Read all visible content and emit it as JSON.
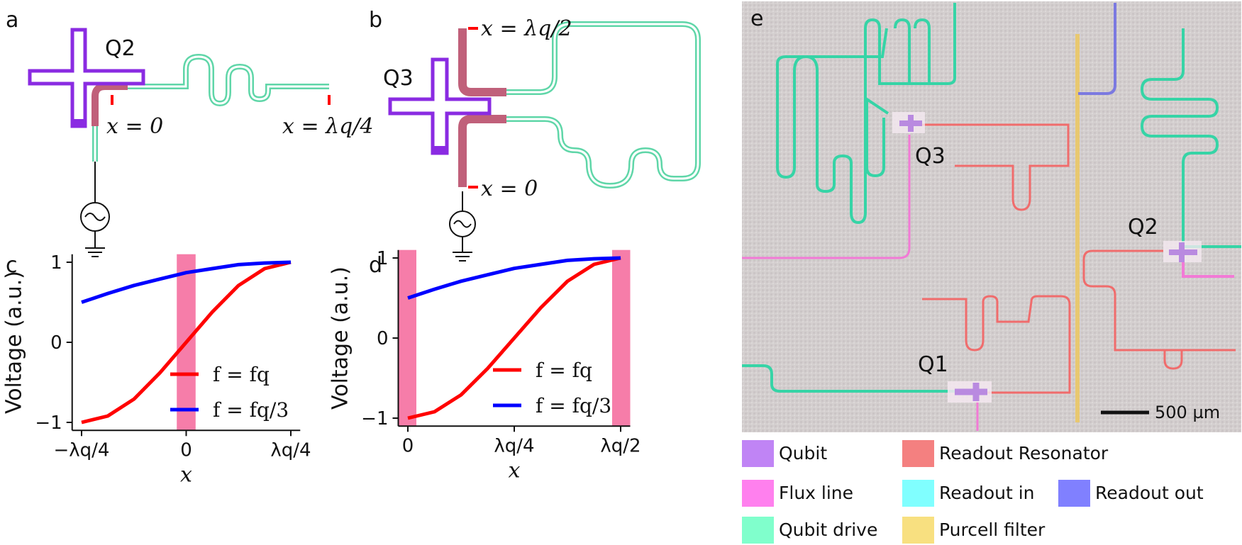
{
  "panels": {
    "a": {
      "letter": "a",
      "qubit": "Q2",
      "left_marker": "x = 0",
      "right_marker": "x = λq/4"
    },
    "b": {
      "letter": "b",
      "qubit": "Q3",
      "top_marker": "x = λq/2",
      "bottom_marker": "x = 0"
    },
    "c": {
      "letter": "c"
    },
    "d": {
      "letter": "d"
    },
    "e": {
      "letter": "e",
      "labels": {
        "q1": "Q1",
        "q2": "Q2",
        "q3": "Q3"
      },
      "scale_bar": "500 µm"
    }
  },
  "legend_e": [
    {
      "label": "Qubit",
      "color": "#c084f5"
    },
    {
      "label": "Readout Resonator",
      "color": "#f48080"
    },
    {
      "label": "Flux line",
      "color": "#ff80ee"
    },
    {
      "label": "Readout in",
      "color": "#80ffff"
    },
    {
      "label": "Readout out",
      "color": "#8080ff"
    },
    {
      "label": "Qubit drive",
      "color": "#80ffcc"
    },
    {
      "label": "Purcell filter",
      "color": "#f8e080"
    }
  ],
  "colors": {
    "qubit": "#8a2be2",
    "resonator": "#5fd6a8",
    "pink_band": "#f56fa0",
    "red": "#ff0000",
    "blue": "#0000ff"
  },
  "chart_data": [
    {
      "type": "line",
      "panel": "c",
      "xlabel": "x",
      "ylabel": "Voltage (a.u.)",
      "x_tick_labels": [
        "−λq/4",
        "0",
        "λq/4"
      ],
      "y_tick_labels": [
        "−1",
        "0",
        "1"
      ],
      "xlim": [
        -1,
        1
      ],
      "ylim": [
        -1,
        1
      ],
      "highlight_band": [
        -0.09,
        0.09
      ],
      "series": [
        {
          "name": "f = fq",
          "color": "#ff0000",
          "x": [
            -1.0,
            -0.75,
            -0.5,
            -0.25,
            0.0,
            0.25,
            0.5,
            0.75,
            1.0
          ],
          "y": [
            -1.0,
            -0.92,
            -0.71,
            -0.38,
            0.0,
            0.38,
            0.71,
            0.92,
            1.0
          ]
        },
        {
          "name": "f = fq/3",
          "color": "#0000ff",
          "x": [
            -1.0,
            -0.75,
            -0.5,
            -0.25,
            0.0,
            0.25,
            0.5,
            0.75,
            1.0
          ],
          "y": [
            0.5,
            0.61,
            0.71,
            0.79,
            0.87,
            0.92,
            0.97,
            0.99,
            1.0
          ]
        }
      ],
      "legend": {
        "placement": "lower-right",
        "entries": [
          "f = fq",
          "f = fq/3"
        ]
      }
    },
    {
      "type": "line",
      "panel": "d",
      "xlabel": "x",
      "ylabel": "Voltage (a.u.)",
      "x_tick_labels": [
        "0",
        "λq/4",
        "λq/2"
      ],
      "y_tick_labels": [
        "−1",
        "0",
        "1"
      ],
      "xlim": [
        0,
        2
      ],
      "ylim": [
        -1,
        1
      ],
      "highlight_bands": [
        [
          0,
          0.08
        ],
        [
          1.92,
          2.0
        ]
      ],
      "series": [
        {
          "name": "f = fq",
          "color": "#ff0000",
          "x": [
            0.0,
            0.25,
            0.5,
            0.75,
            1.0,
            1.25,
            1.5,
            1.75,
            2.0
          ],
          "y": [
            -1.0,
            -0.92,
            -0.71,
            -0.38,
            0.0,
            0.38,
            0.71,
            0.92,
            1.0
          ]
        },
        {
          "name": "f = fq/3",
          "color": "#0000ff",
          "x": [
            0.0,
            0.25,
            0.5,
            0.75,
            1.0,
            1.25,
            1.5,
            1.75,
            2.0
          ],
          "y": [
            0.5,
            0.61,
            0.71,
            0.79,
            0.87,
            0.92,
            0.97,
            0.99,
            1.0
          ]
        }
      ],
      "legend": {
        "placement": "lower-right",
        "entries": [
          "f = fq",
          "f = fq/3"
        ]
      }
    }
  ]
}
